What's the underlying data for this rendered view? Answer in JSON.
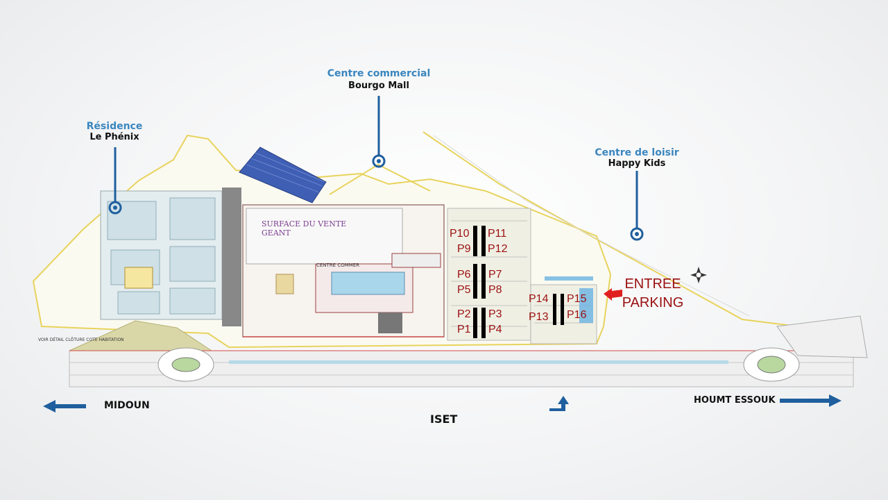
{
  "labels": {
    "residence": {
      "category": "Résidence",
      "name": "Le Phénix"
    },
    "mall": {
      "category": "Centre commercial",
      "name": "Bourgo Mall"
    },
    "leisure": {
      "category": "Centre de loisir",
      "name": "Happy Kids"
    }
  },
  "plan_text": {
    "surface_line1": "SURFACE DU VENTE",
    "surface_line2": "GEANT",
    "centre_commercial": "CENTRE COMMER",
    "cloture": "VOIR DÉTAIL CLÔTURE COTE HABITATION"
  },
  "parking": {
    "entrance_line1": "ENTREE",
    "entrance_line2": "PARKING",
    "spots": [
      "P1",
      "P2",
      "P3",
      "P4",
      "P5",
      "P6",
      "P7",
      "P8",
      "P9",
      "P10",
      "P11",
      "P12",
      "P13",
      "P14",
      "P15",
      "P16"
    ]
  },
  "roads": {
    "west": "MIDOUN",
    "east": "HOUMT ESSOUK",
    "south": "ISET"
  },
  "colors": {
    "label_blue": "#3a86bf",
    "marker_blue": "#1f5f9e",
    "parking_red": "#9b1010",
    "arrow_blue": "#1f5f9e",
    "boundary_yellow": "#e8d35c"
  }
}
